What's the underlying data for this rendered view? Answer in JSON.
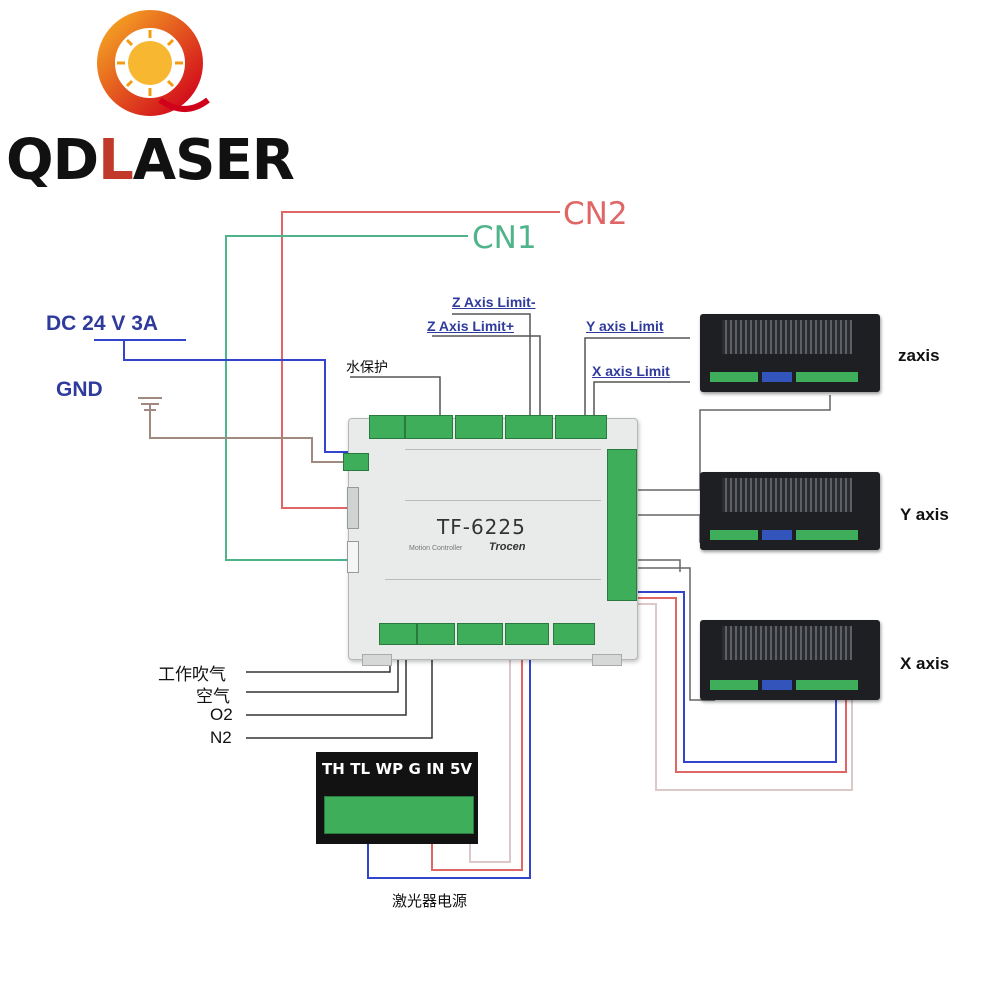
{
  "brand": {
    "name": "QDLASER",
    "accent": "#c0392b"
  },
  "cables": {
    "cn2": "CN2",
    "cn1": "CN1"
  },
  "power": {
    "supply": "DC 24 V 3A",
    "ground": "GND"
  },
  "limits": {
    "z_minus": "Z Axis Limit-",
    "z_plus": "Z Axis Limit+",
    "y": "Y axis Limit",
    "x": "X axis Limit"
  },
  "water_protect": "水保护",
  "controller": {
    "model": "TF-6225",
    "brand": "Trocen",
    "subtitle": "Motion Controller"
  },
  "drivers": {
    "z": "zaxis",
    "y": "Y axis",
    "x": "X axis"
  },
  "gas": [
    "工作吹气",
    "空气",
    "O2",
    "N2"
  ],
  "laser_terminal": {
    "pins": [
      "TH",
      "TL",
      "WP",
      "G",
      "IN",
      "5V"
    ]
  },
  "laser_power": "激光器电源",
  "colors": {
    "cn2_wire": "#e06666",
    "cn1_wire": "#4fb48a",
    "signal_wire": "#3344cc",
    "terminal_green": "#3fae5a"
  }
}
